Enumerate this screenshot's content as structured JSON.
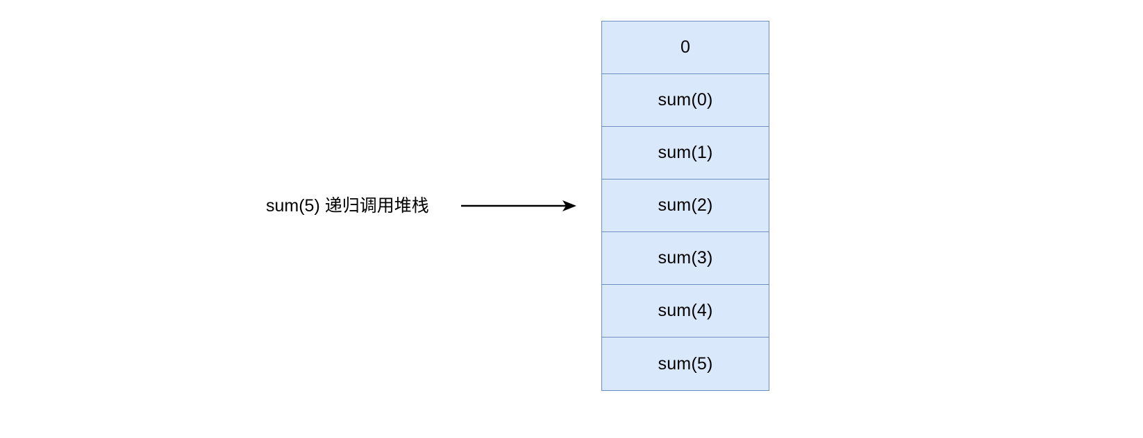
{
  "diagram": {
    "title_text": "sum(5) 递归调用堆栈",
    "colors": {
      "frame_fill": "#dae8fc",
      "frame_border": "#6c8ebf",
      "text": "#000000",
      "arrow": "#000000",
      "background": "#ffffff"
    },
    "annotation": {
      "label": "sum(5) 递归调用堆栈",
      "arrow_icon": "arrow-right-icon"
    },
    "stack": {
      "name": "recursive-call-stack",
      "frames": [
        {
          "label": "0"
        },
        {
          "label": "sum(0)"
        },
        {
          "label": "sum(1)"
        },
        {
          "label": "sum(2)"
        },
        {
          "label": "sum(3)"
        },
        {
          "label": "sum(4)"
        },
        {
          "label": "sum(5)"
        }
      ]
    }
  }
}
